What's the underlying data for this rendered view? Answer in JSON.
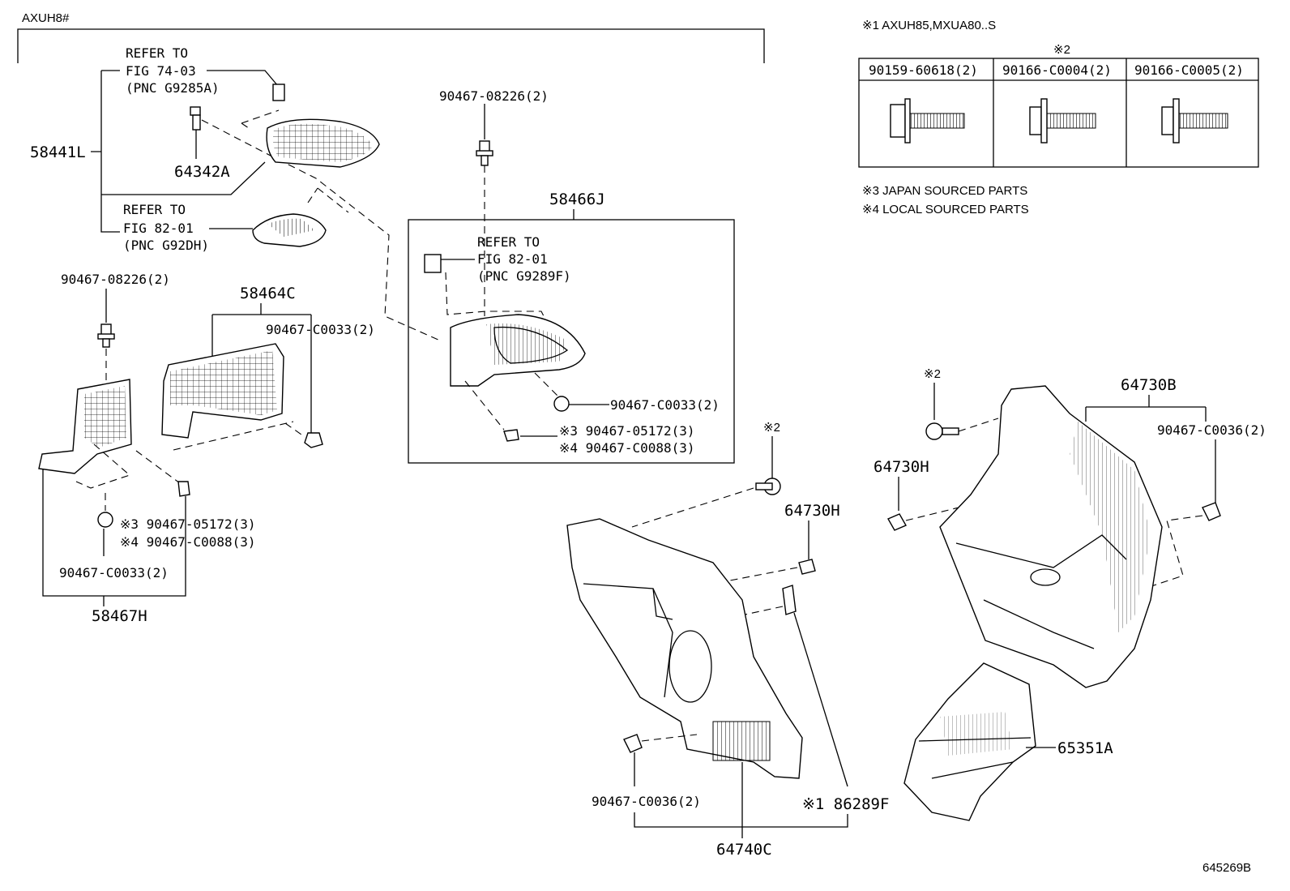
{
  "header": {
    "model_code": "AXUH8#",
    "figure_number": "645269B"
  },
  "notes": {
    "note1": "※1 AXUH85,MXUA80..S",
    "note2_mark": "※2",
    "note3": "※3 JAPAN SOURCED PARTS",
    "note4": "※4 LOCAL SOURCED PARTS"
  },
  "fastener_table": {
    "columns": [
      "90159-60618(2)",
      "90166-C0004(2)",
      "90166-C0005(2)"
    ]
  },
  "labels": {
    "p58441L": "58441L",
    "p64342A": "64342A",
    "ref1_line1": "REFER TO",
    "ref1_line2": "FIG 74-03",
    "ref1_line3": "(PNC G9285A)",
    "ref2_line1": "REFER TO",
    "ref2_line2": "FIG 82-01",
    "ref2_line3": "(PNC G92DH)",
    "p90467_08226_top": "90467-08226(2)",
    "p58466J": "58466J",
    "ref3_line1": "REFER TO",
    "ref3_line2": "FIG 82-01",
    "ref3_line3": "(PNC G9289F)",
    "p90467_C0033_mid": "90467-C0033(2)",
    "p90467_05172_mid": "※3 90467-05172(3)",
    "p90467_C0088_mid": "※4 90467-C0088(3)",
    "p90467_08226_left": "90467-08226(2)",
    "p58464C": "58464C",
    "p90467_C0033_left": "90467-C0033(2)",
    "p90467_05172_left": "※3 90467-05172(3)",
    "p90467_C0088_left": "※4 90467-C0088(3)",
    "p90467_C0033_bottom": "90467-C0033(2)",
    "p58467H": "58467H",
    "p64730B": "64730B",
    "mark2_a": "※2",
    "mark2_b": "※2",
    "p90467_C0036_right": "90467-C0036(2)",
    "p64730H_a": "64730H",
    "p64730H_b": "64730H",
    "p65351A": "65351A",
    "p90467_C0036_bottom": "90467-C0036(2)",
    "p86289F": "※1 86289F",
    "p64740C": "64740C"
  }
}
